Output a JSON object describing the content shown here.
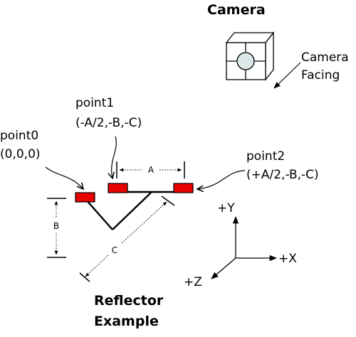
{
  "camera": {
    "title": "Camera",
    "facing_line1": "Camera",
    "facing_line2": "Facing"
  },
  "points": [
    {
      "name": "point0",
      "coords": "(0,0,0)"
    },
    {
      "name": "point1",
      "coords": "(-A/2,-B,-C)"
    },
    {
      "name": "point2",
      "coords": "(+A/2,-B,-C)"
    }
  ],
  "dimensions": {
    "a": "A",
    "b": "B",
    "c": "C"
  },
  "axes": {
    "y": "+Y",
    "x": "+X",
    "z": "+Z"
  },
  "reflector": {
    "line1": "Reflector",
    "line2": "Example"
  },
  "colors": {
    "marker": "#e60000",
    "lens": "#dde8e8"
  }
}
